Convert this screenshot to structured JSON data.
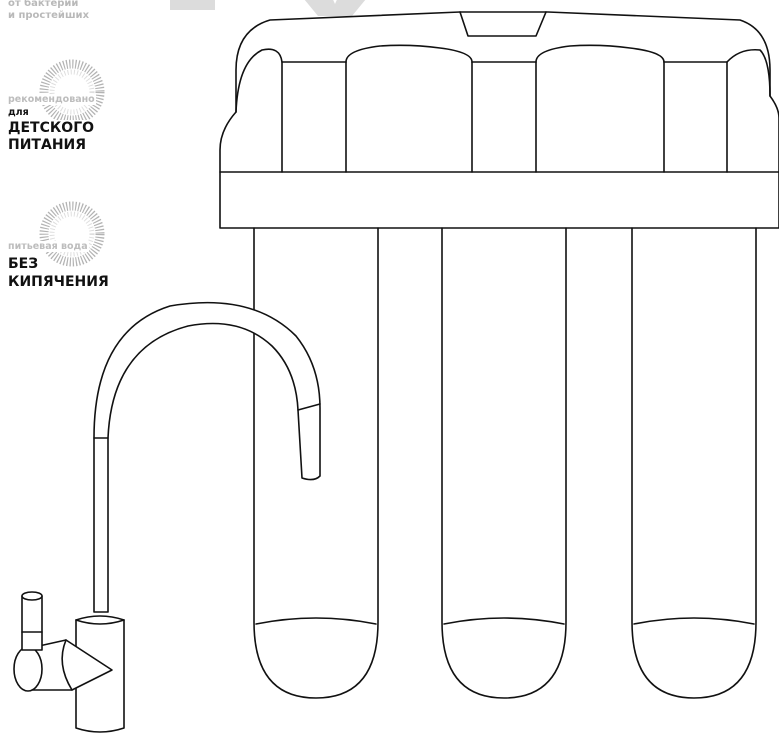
{
  "badges": {
    "top_text": [
      "от бактерий",
      "и простейших"
    ],
    "baby": {
      "caption": "рекомендовано",
      "small": "для",
      "big1": "ДЕТСКОГО",
      "big2": "ПИТАНИЯ"
    },
    "boil": {
      "caption": "питьевая вода",
      "big1": "БЕЗ",
      "big2": "КИПЯЧЕНИЯ"
    }
  },
  "colors": {
    "outline": "#111111",
    "muted_text": "#bdbdbd",
    "watermark": "#d9d9d9"
  },
  "icons": {
    "badge_ornament": "dotted-ring-icon"
  }
}
